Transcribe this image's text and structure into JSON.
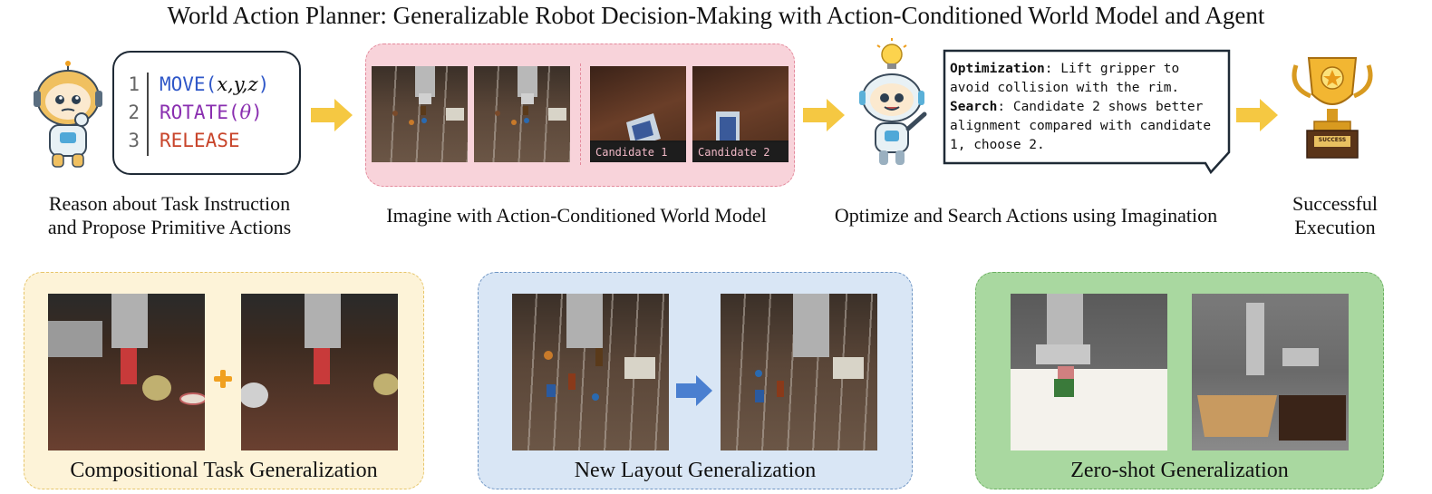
{
  "title": "World Action Planner: Generalizable Robot Decision-Making with Action-Conditioned World Model and Agent",
  "code": {
    "line_numbers": [
      "1",
      "2",
      "3"
    ],
    "move": "MOVE(",
    "move_args": "x,y,z",
    "move_close": ")",
    "rotate": "ROTATE(",
    "rotate_args": "θ",
    "rotate_close": ")",
    "release": "RELEASE"
  },
  "captions": {
    "reason_line1": "Reason about Task Instruction",
    "reason_line2": "and Propose Primitive Actions",
    "imagine": "Imagine with Action-Conditioned World Model",
    "optimize": "Optimize and Search Actions using Imagination",
    "success_line1": "Successful",
    "success_line2": "Execution"
  },
  "candidates": {
    "c1": "Candidate 1",
    "c2": "Candidate 2"
  },
  "bubble": {
    "opt_label": "Optimization",
    "opt_text": ": Lift gripper to avoid collision with the rim.",
    "search_label": "Search",
    "search_text": ": Candidate 2 shows better alignment compared with candidate 1, choose 2."
  },
  "trophy": {
    "plaque": "SUCCESS"
  },
  "panels": {
    "compositional": "Compositional Task Generalization",
    "layout": "New Layout Generalization",
    "zeroshot": "Zero-shot Generalization"
  },
  "colors": {
    "arrow_yellow": "#f5c842",
    "arrow_blue": "#4a7fd0",
    "plus_orange": "#f0a020",
    "pink_panel": "#f8d3da",
    "yellow_panel": "#fdf3d8",
    "blue_panel": "#d9e6f5",
    "green_panel": "#a9d8a0"
  },
  "icons": [
    "robot-thinking-icon",
    "robot-idea-icon",
    "lightbulb-icon",
    "trophy-icon",
    "right-arrow-icon",
    "plus-icon"
  ]
}
